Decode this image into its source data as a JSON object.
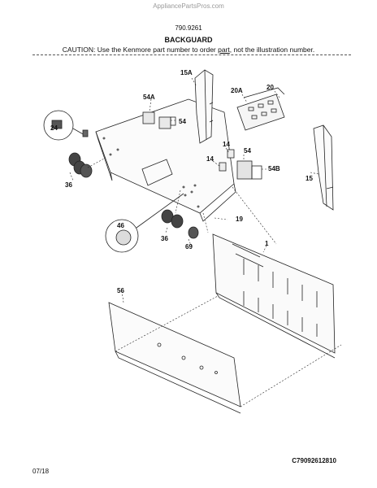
{
  "header": {
    "watermark": "AppliancePartsPros.com",
    "model_number": "790.9261",
    "section_title": "BACKGUARD",
    "caution_prefix": "CAUTION:",
    "caution_text_a": "Use the Kenmore part number to order",
    "caution_link": "part",
    "caution_text_b": ", not the illustration number."
  },
  "callouts": {
    "c15A": "15A",
    "c20A": "20A",
    "c20": "20",
    "c54A_top": "54A",
    "c54_top": "54",
    "c24": "24",
    "c14a": "14",
    "c14b": "14",
    "c54_mid": "54",
    "c54B": "54B",
    "c15": "15",
    "c36_left": "36",
    "c19": "19",
    "c46": "46",
    "c36_center": "36",
    "c69": "69",
    "c1": "1",
    "c56": "56"
  },
  "footer": {
    "diagram_code": "C79092612810",
    "date": "07/18"
  }
}
